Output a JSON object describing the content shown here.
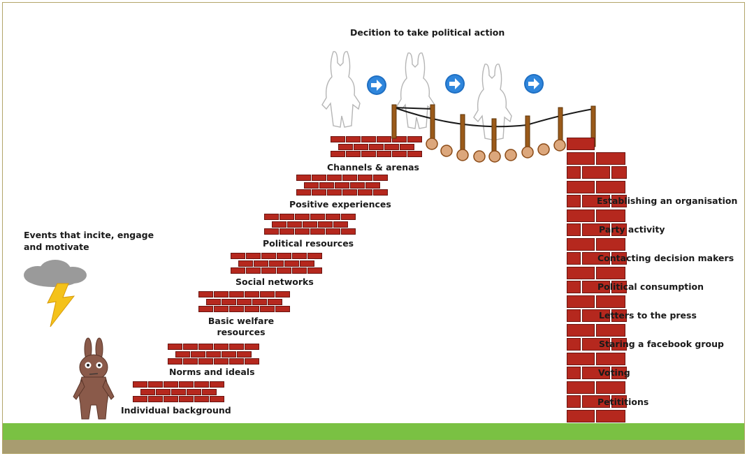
{
  "title": "Decition to take political action",
  "events_label": "Events that incite, engage and motivate",
  "steps": [
    "Individual background",
    "Norms and ideals",
    "Basic welfare resources",
    "Social networks",
    "Political resources",
    "Positive experiences",
    "Channels & arenas"
  ],
  "actions": [
    "Establishing an organisation",
    "Party activity",
    "Contacting decision makers",
    "Political consumption",
    "Letters to the press",
    "Staring a facebook group",
    "Voting",
    "Petititions"
  ],
  "colors": {
    "brick": "#b5281e",
    "grass": "#7ac143",
    "soil": "#a89c70",
    "arrow": "#1f6fc2",
    "bridge_post": "#9a5a1a",
    "plank": "#dca77c",
    "cloud": "#9a9a9a",
    "lightning": "#f4c21a"
  },
  "icons": {
    "direction": "arrow-right-icon",
    "weather": "storm-cloud-icon",
    "figure": "rabbit-figure-icon"
  }
}
